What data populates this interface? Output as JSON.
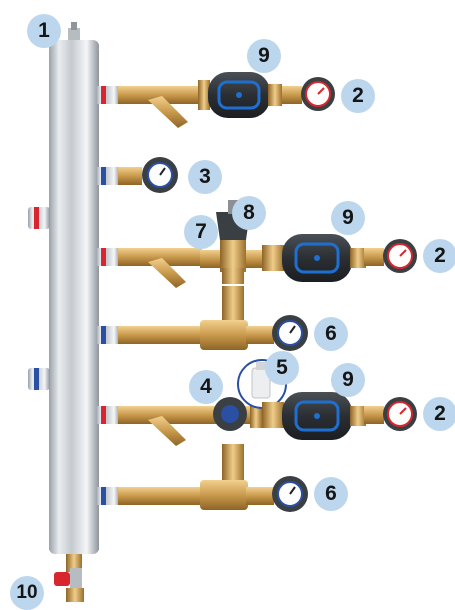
{
  "callouts": {
    "n1": "1",
    "n2_top": "2",
    "n2_mid": "2",
    "n2_bot": "2",
    "n3": "3",
    "n4": "4",
    "n5": "5",
    "n6_mid": "6",
    "n6_bot": "6",
    "n7": "7",
    "n8": "8",
    "n9_top": "9",
    "n9_mid": "9",
    "n9_bot": "9",
    "n10": "10"
  },
  "colors": {
    "callout_fill": "#bcd6ee",
    "hot_port": "#d8262e",
    "cold_port": "#2a4fa3",
    "brass": "#c99a4c",
    "pump_body": "#2b2f33",
    "pump_accent": "#1f6fd0"
  },
  "icons": [
    "hydraulic-separator-icon",
    "pressure-gauge-icon",
    "thermometer-icon",
    "circulation-pump-icon",
    "strainer-icon",
    "mixing-valve-icon",
    "drain-valve-icon",
    "air-vent-icon"
  ]
}
